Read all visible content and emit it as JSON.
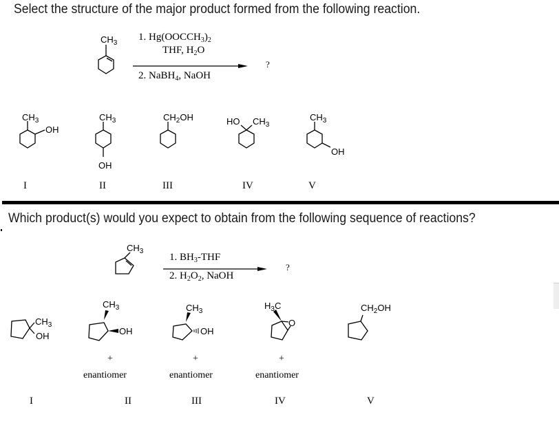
{
  "question1": {
    "prompt": "Select the structure of the major product formed from the following reaction.",
    "reactant": {
      "name": "1-methylcyclohexene",
      "substituent": "CH3"
    },
    "reagents": {
      "step1_line1": "1. Hg(OOCCH",
      "step1_sub1": "3",
      "step1_tail": ")",
      "step1_sub2": "2",
      "step1_line2_a": "THF, H",
      "step1_line2_sub": "2",
      "step1_line2_b": "O",
      "step2_a": "2. NaBH",
      "step2_sub": "4",
      "step2_b": ", NaOH"
    },
    "product_placeholder": "?",
    "choices": [
      {
        "numeral": "I",
        "label_a": "CH3",
        "label_b": "OH",
        "description": "2-methylcyclohexanol"
      },
      {
        "numeral": "II",
        "label_a": "CH3",
        "label_b": "OH",
        "description": "4-methylcyclohexanol"
      },
      {
        "numeral": "III",
        "label_a": "CH2OH",
        "description": "cyclohexylmethanol"
      },
      {
        "numeral": "IV",
        "label_a": "HO",
        "label_b": "CH3",
        "description": "1-methylcyclohexanol"
      },
      {
        "numeral": "V",
        "label_a": "CH3",
        "label_b": "OH",
        "description": "3-methylcyclohexanol"
      }
    ]
  },
  "question2": {
    "prompt": "Which product(s) would you expect to obtain from the following sequence of reactions?",
    "reactant": {
      "name": "1-methylcyclopentene",
      "substituent": "CH3"
    },
    "reagents": {
      "step1_a": "1. BH",
      "step1_sub": "3",
      "step1_b": "-THF",
      "step2_a": "2. H",
      "step2_sub1": "2",
      "step2_mid": "O",
      "step2_sub2": "2",
      "step2_b": ", NaOH"
    },
    "product_placeholder": "?",
    "plus": "+",
    "enantiomer_text": "enantiomer",
    "choices": [
      {
        "numeral": "I",
        "label_a": "CH3",
        "label_b": "OH",
        "description": "1-methylcyclopentanol"
      },
      {
        "numeral": "II",
        "label_a": "CH3",
        "label_b": "OH",
        "description": "cis-2-methylcyclopentanol",
        "has_enantiomer": true
      },
      {
        "numeral": "III",
        "label_a": "CH3",
        "label_b": "OH",
        "description": "trans-2-methylcyclopentanol",
        "has_enantiomer": true
      },
      {
        "numeral": "IV",
        "label_a": "H3C",
        "label_b": "O",
        "description": "1-methyl-cyclopentene oxide",
        "has_enantiomer": true
      },
      {
        "numeral": "V",
        "label_a": "CH2OH",
        "description": "cyclopentylmethanol"
      }
    ]
  }
}
